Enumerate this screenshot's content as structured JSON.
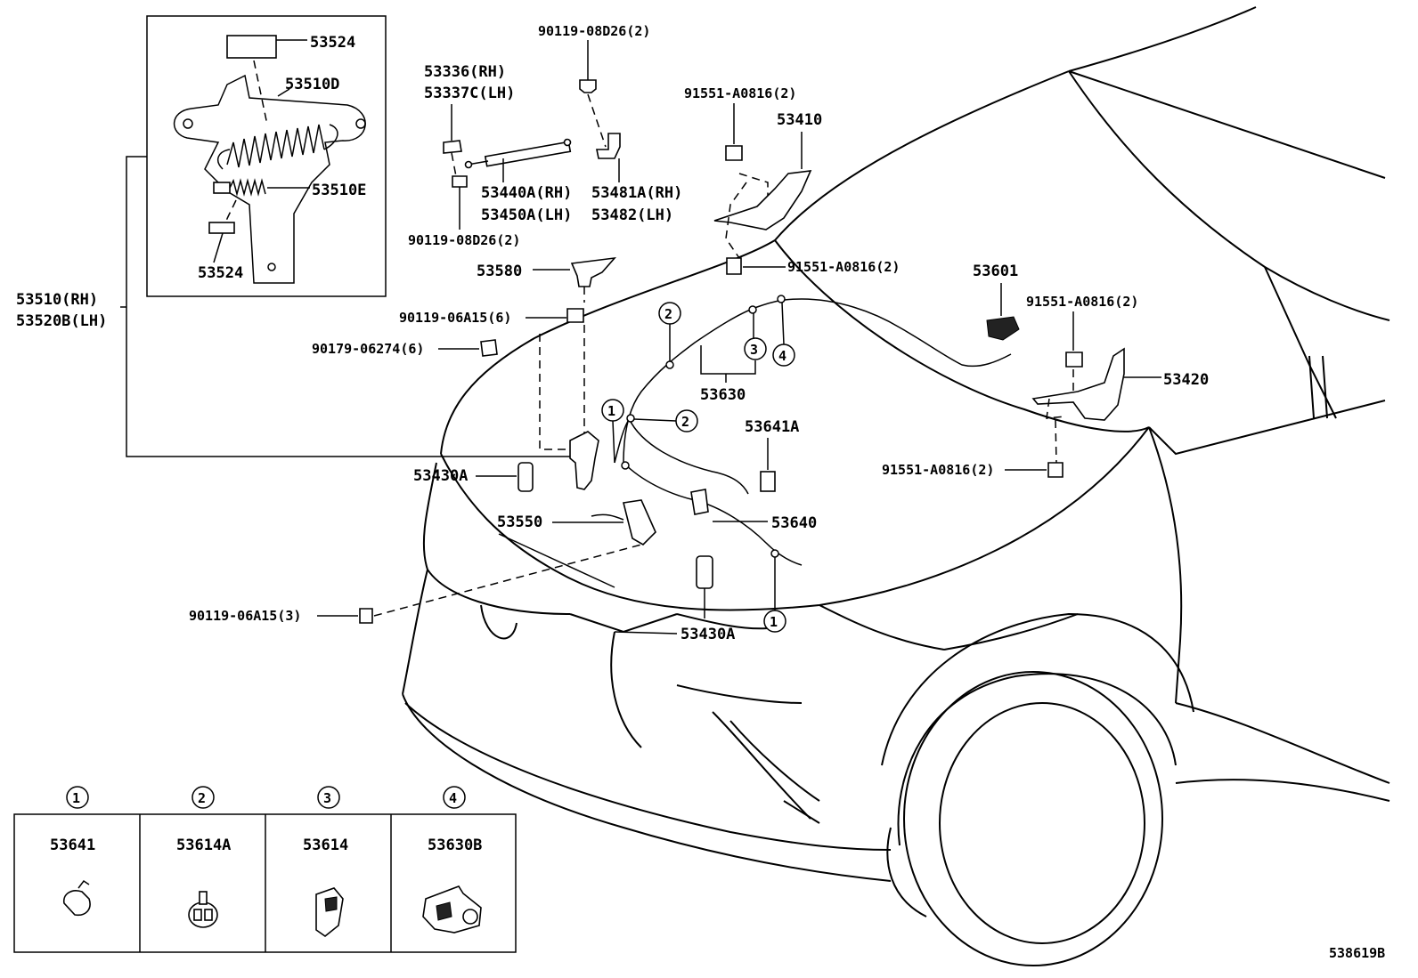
{
  "diagram_id": "538619B",
  "detail_inset": {
    "labels": [
      "53524",
      "53510D",
      "53510E",
      "53524"
    ]
  },
  "parts": {
    "hinge_group": [
      "53510(RH)",
      "53520B(LH)"
    ],
    "stay_bracket": [
      "53336(RH)",
      "53337C(LH)"
    ],
    "bolt_top": "90119-08D26(2)",
    "support_rod": [
      "53440A(RH)",
      "53450A(LH)"
    ],
    "support_bracket": [
      "53481A(RH)",
      "53482(LH)"
    ],
    "bolt_lower": "90119-08D26(2)",
    "hinge_rh": "53410",
    "bolt_hinge_rh": "91551-A0816(2)",
    "bolt_hinge_rh_lower": "91551-A0816(2)",
    "lock_support": "53580",
    "bolt_lock": "90119-06A15(6)",
    "nut_lock": "90179-06274(6)",
    "cable_mid": "53630",
    "clamp_a": "53641A",
    "release_handle": "53601",
    "bolt_hinge_lh": "91551-A0816(2)",
    "hinge_lh": "53420",
    "bolt_hinge_lh_lower": "91551-A0816(2)",
    "lock_assy": "53430A",
    "lock_sensor": "53550",
    "release_cable": "53640",
    "bolt_sensor": "90119-06A15(3)",
    "cushion": "53430A"
  },
  "callouts": [
    "1",
    "2",
    "3",
    "4",
    "1",
    "2",
    "1"
  ],
  "legend": [
    {
      "num": "1",
      "part": "53641"
    },
    {
      "num": "2",
      "part": "53614A"
    },
    {
      "num": "3",
      "part": "53614"
    },
    {
      "num": "4",
      "part": "53630B"
    }
  ]
}
